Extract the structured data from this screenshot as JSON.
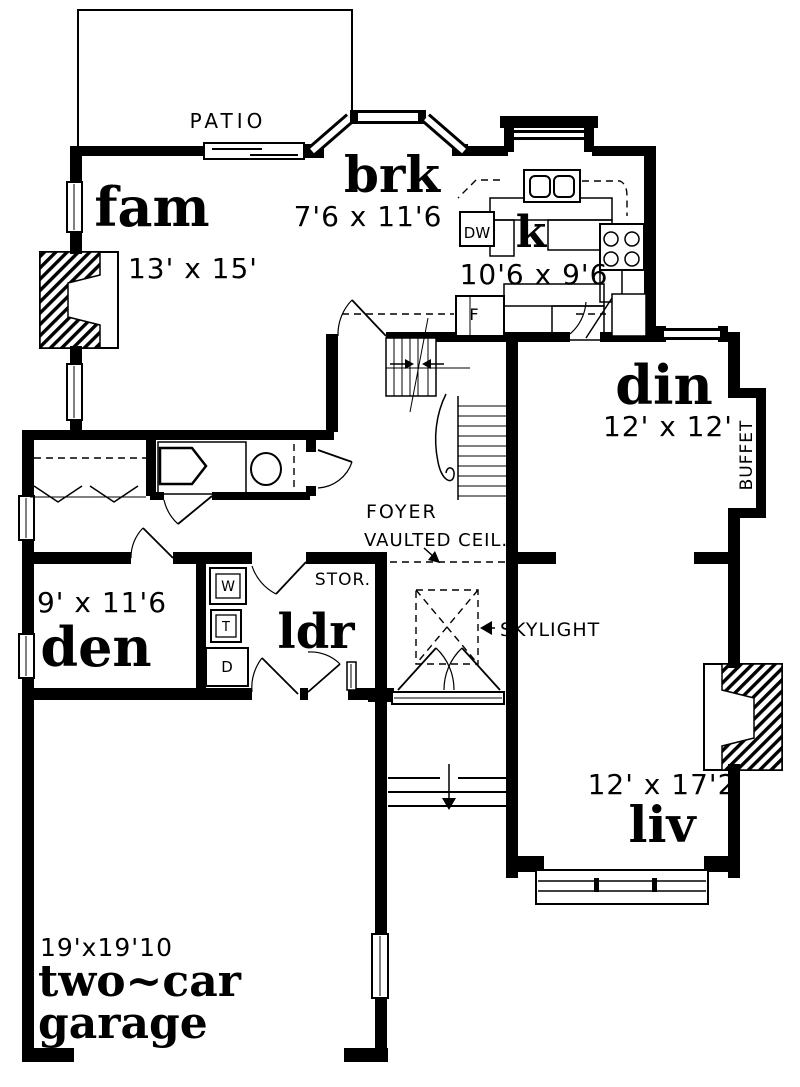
{
  "drawing": {
    "kind": "house-floor-plan"
  },
  "colors": {
    "ink": "#000000",
    "paper": "#ffffff"
  },
  "rooms": {
    "patio": {
      "name": "PATIO"
    },
    "fam": {
      "name": "fam",
      "dims": "13' x 15'"
    },
    "brk": {
      "name": "brk",
      "dims": "7'6 x 11'6"
    },
    "kitchen": {
      "name": "k",
      "dims": "10'6 x 9'6"
    },
    "din": {
      "name": "din",
      "dims": "12' x 12'"
    },
    "den": {
      "name": "den",
      "dims": "9' x 11'6"
    },
    "ldr": {
      "name": "ldr"
    },
    "stor": {
      "name": "STOR."
    },
    "liv": {
      "name": "liv",
      "dims": "12' x 17'2"
    },
    "garage": {
      "name_line1": "two~car",
      "name_line2": "garage",
      "dims": "19'x19'10"
    }
  },
  "annotations": {
    "foyer": "FOYER",
    "vaulted_ceiling": "VAULTED CEIL.",
    "skylight": "SKYLIGHT",
    "buffet": "BUFFET"
  },
  "fixtures": {
    "dishwasher": "DW",
    "fridge": "F",
    "washer": "W",
    "laundry_tub": "T",
    "dryer": "D"
  }
}
